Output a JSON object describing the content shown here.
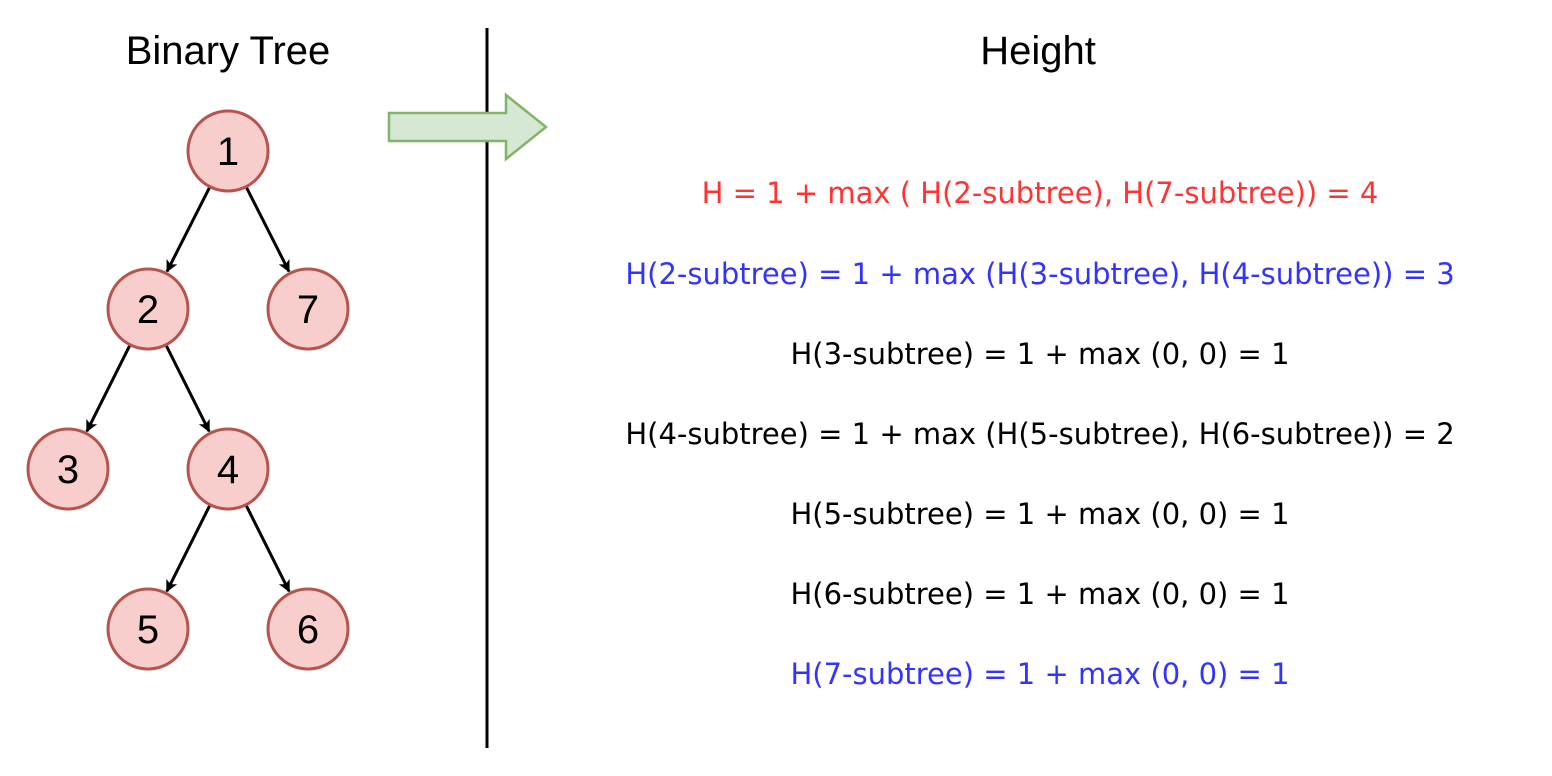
{
  "left_panel": {
    "title": "Binary Tree"
  },
  "right_panel": {
    "title": "Height"
  },
  "tree": {
    "nodes": [
      {
        "id": "n1",
        "label": "1"
      },
      {
        "id": "n2",
        "label": "2"
      },
      {
        "id": "n7",
        "label": "7"
      },
      {
        "id": "n3",
        "label": "3"
      },
      {
        "id": "n4",
        "label": "4"
      },
      {
        "id": "n5",
        "label": "5"
      },
      {
        "id": "n6",
        "label": "6"
      }
    ],
    "edges": [
      {
        "from": "n1",
        "to": "n2"
      },
      {
        "from": "n1",
        "to": "n7"
      },
      {
        "from": "n2",
        "to": "n3"
      },
      {
        "from": "n2",
        "to": "n4"
      },
      {
        "from": "n4",
        "to": "n5"
      },
      {
        "from": "n4",
        "to": "n6"
      }
    ],
    "node_fill": "#f8cecc",
    "node_stroke": "#b85450"
  },
  "arrow": {
    "fill": "#d5e8d4",
    "stroke": "#82b366"
  },
  "equations": [
    {
      "text": "H = 1 + max ( H(2-subtree), H(7-subtree)) = 4",
      "color": "#ff3333"
    },
    {
      "text": "H(2-subtree) = 1 + max (H(3-subtree), H(4-subtree)) = 3",
      "color": "#3333ff"
    },
    {
      "text": "H(3-subtree) = 1 + max (0, 0) = 1",
      "color": "#000000"
    },
    {
      "text": "H(4-subtree) = 1 + max (H(5-subtree), H(6-subtree)) = 2",
      "color": "#000000"
    },
    {
      "text": "H(5-subtree) = 1 + max (0, 0) = 1",
      "color": "#000000"
    },
    {
      "text": "H(6-subtree) = 1 + max (0, 0) = 1",
      "color": "#000000"
    },
    {
      "text": "H(7-subtree) = 1 + max (0, 0) = 1",
      "color": "#3333ff"
    }
  ]
}
